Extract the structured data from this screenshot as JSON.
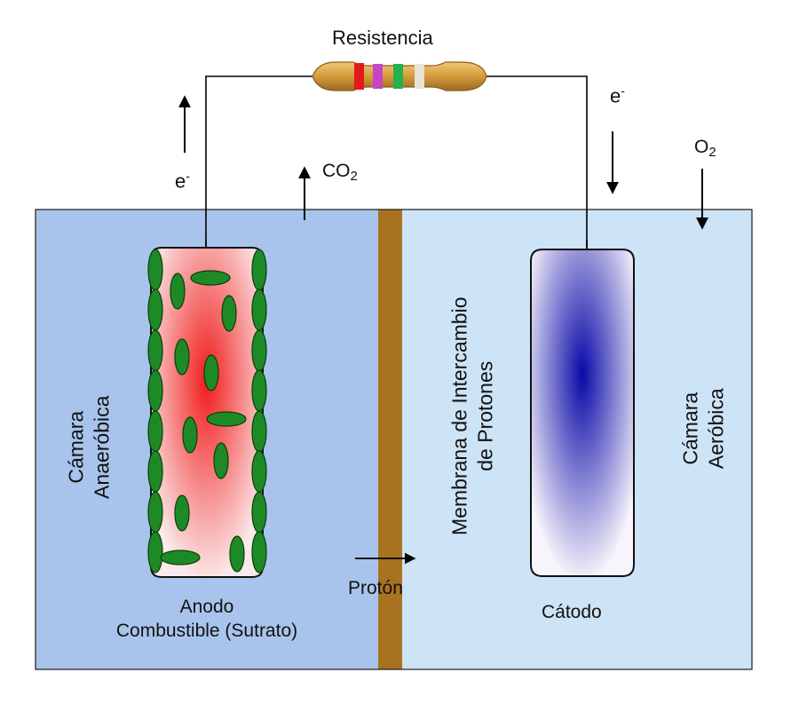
{
  "labels": {
    "resistor": "Resistencia",
    "electron_left": "e",
    "electron_right": "e",
    "electron_charge": "-",
    "co2_base": "CO",
    "co2_sub": "2",
    "o2_base": "O",
    "o2_sub": "2",
    "anaerobic_line1": "Cámara",
    "anaerobic_line2": "Anaeróbica",
    "aerobic_line1": "Cámara",
    "aerobic_line2": "Aeróbica",
    "membrane_line1": "Membrana de Intercambio",
    "membrane_line2": "de Protones",
    "proton": "Protón",
    "anode_line1": "Anodo",
    "anode_line2": "Combustible (Sutrato)",
    "cathode": "Cátodo"
  },
  "colors": {
    "anaerobic_chamber": "#a9c4ec",
    "aerobic_chamber": "#cde3f6",
    "membrane": "#a8731f",
    "anode_center": "#f21c1c",
    "anode_edge": "#fbeaea",
    "cathode_center": "#0a0aa8",
    "cathode_edge": "#f7f4fb",
    "bacteria": "#1d8a25",
    "wire": "#000000",
    "resistor_body": "#d59b3b",
    "resistor_bands": [
      "#e21a1a",
      "#c445c8",
      "#22b14c",
      "#e8e2d6"
    ]
  }
}
